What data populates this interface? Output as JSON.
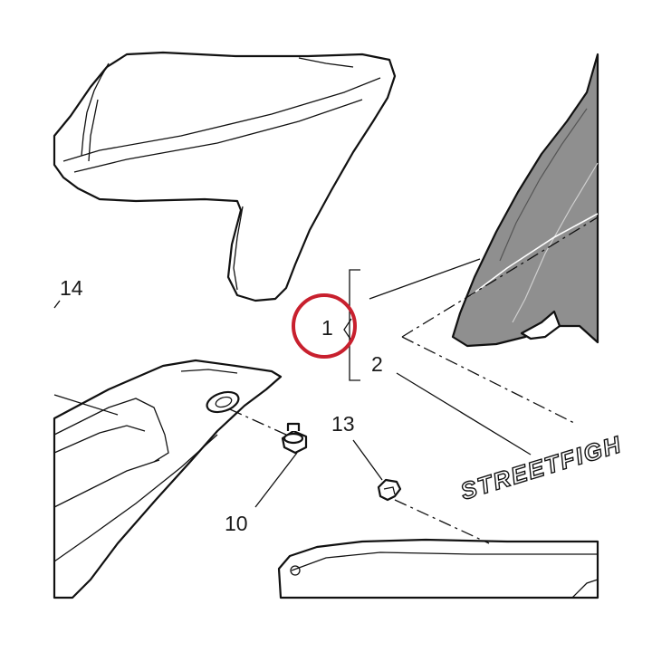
{
  "callouts": {
    "c1": "1",
    "c2": "2",
    "c10": "10",
    "c13": "13",
    "c14": "14"
  },
  "decal_text": "STREETFIGH",
  "highlight_color": "#c8202e"
}
